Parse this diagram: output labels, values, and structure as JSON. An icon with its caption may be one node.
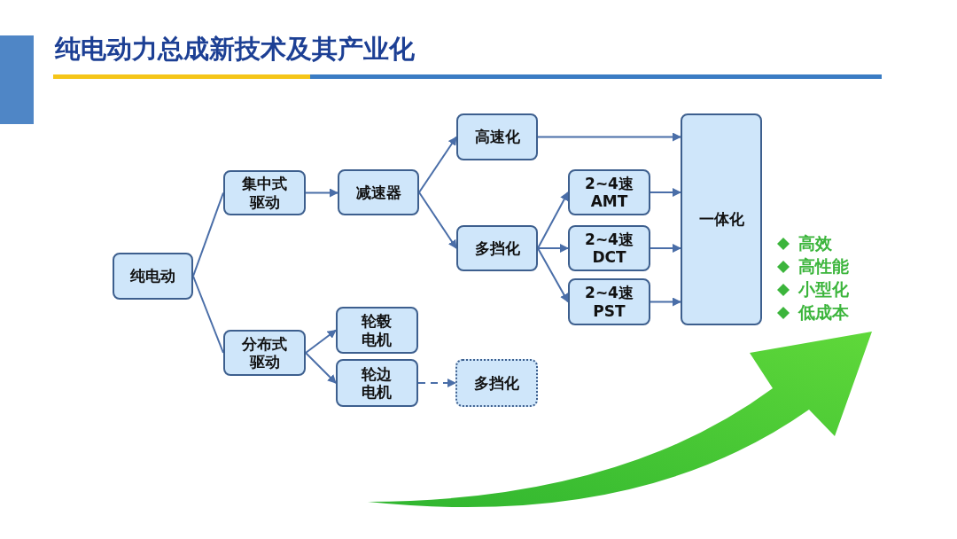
{
  "diagram": {
    "title": "纯电动力总成新技术及其产业化",
    "nodes": [
      {
        "text": [
          "纯电动"
        ]
      },
      {
        "text": [
          "集中式驱动"
        ]
      },
      {
        "text": [
          "分布式驱动"
        ]
      },
      {
        "text": [
          "减速器"
        ]
      },
      {
        "text": [
          "高速化"
        ]
      },
      {
        "text": [
          "多挡化"
        ]
      },
      {
        "text": [
          "轮毂电机"
        ]
      },
      {
        "text": [
          "轮边电机"
        ]
      },
      {
        "text": [
          "多挡化"
        ]
      },
      {
        "text": [
          "2~4速 AMT"
        ]
      },
      {
        "text": [
          "2~4速 DCT"
        ]
      },
      {
        "text": [
          "2~4速 PST"
        ]
      },
      {
        "text": [
          "一体化"
        ]
      }
    ],
    "edges": [
      {
        "from": 0,
        "to": 1,
        "arrow": "none"
      },
      {
        "from": 0,
        "to": 2,
        "arrow": "none"
      },
      {
        "from": 1,
        "to": 3,
        "arrow": "to"
      },
      {
        "from": 3,
        "to": 4,
        "arrow": "to"
      },
      {
        "from": 3,
        "to": 5,
        "arrow": "to"
      },
      {
        "from": 2,
        "to": 6,
        "arrow": "to"
      },
      {
        "from": 2,
        "to": 7,
        "arrow": "to"
      },
      {
        "from": 7,
        "to": 8,
        "arrow": "to",
        "style": "dashed"
      },
      {
        "from": 5,
        "to": 9,
        "arrow": "to"
      },
      {
        "from": 5,
        "to": 10,
        "arrow": "to"
      },
      {
        "from": 5,
        "to": 11,
        "arrow": "to"
      },
      {
        "from": 4,
        "to": 12,
        "arrow": "to"
      },
      {
        "from": 9,
        "to": 12,
        "arrow": "to"
      },
      {
        "from": 10,
        "to": 12,
        "arrow": "to"
      },
      {
        "from": 11,
        "to": 12,
        "arrow": "to"
      }
    ],
    "labels": [
      "高效",
      "高性能",
      "小型化",
      "低成本"
    ]
  }
}
